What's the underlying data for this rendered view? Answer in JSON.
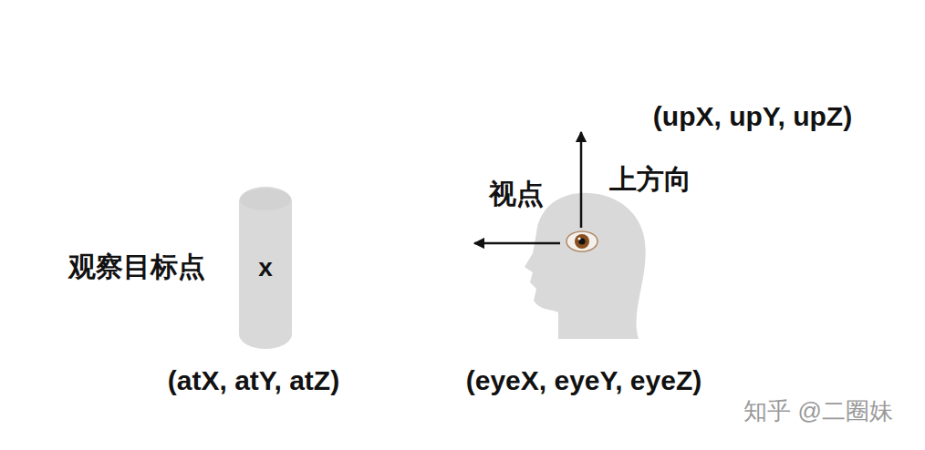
{
  "diagram": {
    "nodes": [
      {
        "text": [
          "x"
        ]
      }
    ],
    "labels": [
      "观察目标点",
      "(atX, atY, atZ)",
      "视点",
      "上方向",
      "(upX, upY, upZ)",
      "(eyeX, eyeY, eyeZ)",
      "知乎 @二圈妹"
    ]
  }
}
